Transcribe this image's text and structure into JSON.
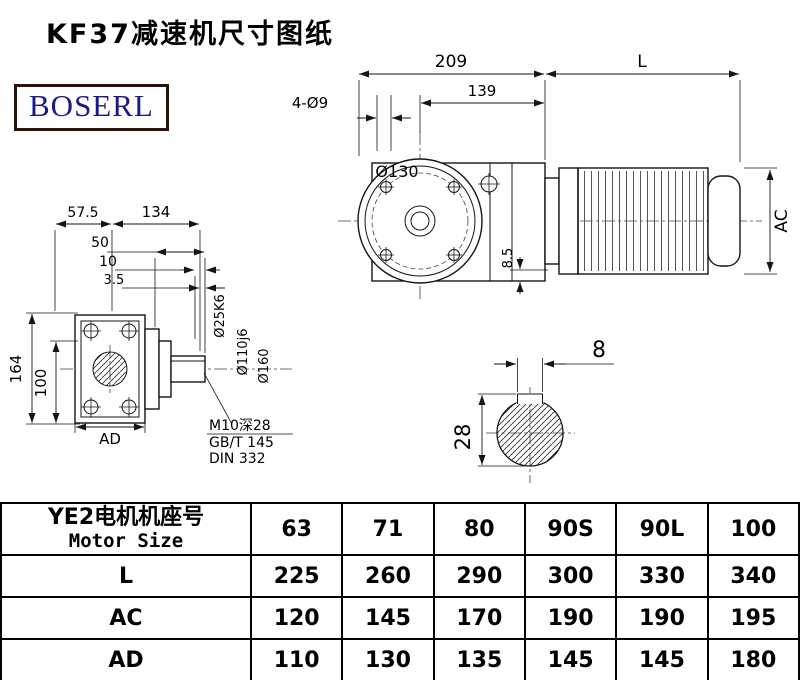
{
  "page": {
    "title": "KF37减速机尺寸图纸",
    "brand": "BOSERL"
  },
  "colors": {
    "line": "#151515",
    "brand_text": "#191989",
    "brand_border": "#2a1208"
  },
  "front_view": {
    "dim_width_gear": "209",
    "dim_width_motor": "L",
    "dim_139": "139",
    "holes_note": "4-Ø9",
    "flange_dia": "Ø130",
    "dim_ac": "AC",
    "dim_8_5": "8.5"
  },
  "side_view": {
    "dim_57_5": "57.5",
    "dim_134": "134",
    "dim_50": "50",
    "dim_10": "10",
    "dim_3_5": "3.5",
    "dim_164": "164",
    "dim_100": "100",
    "dim_ad": "AD",
    "shaft_dia": "Ø25K6",
    "spigot_dia": "Ø110j6",
    "flange_dia": "Ø160",
    "note_tap": "M10深28",
    "note_gb": "GB/T 145",
    "note_din": "DIN 332"
  },
  "key_section": {
    "key_width": "8",
    "key_depth": "28"
  },
  "table": {
    "header_cn": "YE2电机机座号",
    "header_en": "Motor Size",
    "sizes": [
      "63",
      "71",
      "80",
      "90S",
      "90L",
      "100"
    ],
    "rows": [
      {
        "label": "L",
        "values": [
          "225",
          "260",
          "290",
          "300",
          "330",
          "340"
        ]
      },
      {
        "label": "AC",
        "values": [
          "120",
          "145",
          "170",
          "190",
          "190",
          "195"
        ]
      },
      {
        "label": "AD",
        "values": [
          "110",
          "130",
          "135",
          "145",
          "145",
          "180"
        ]
      }
    ]
  }
}
